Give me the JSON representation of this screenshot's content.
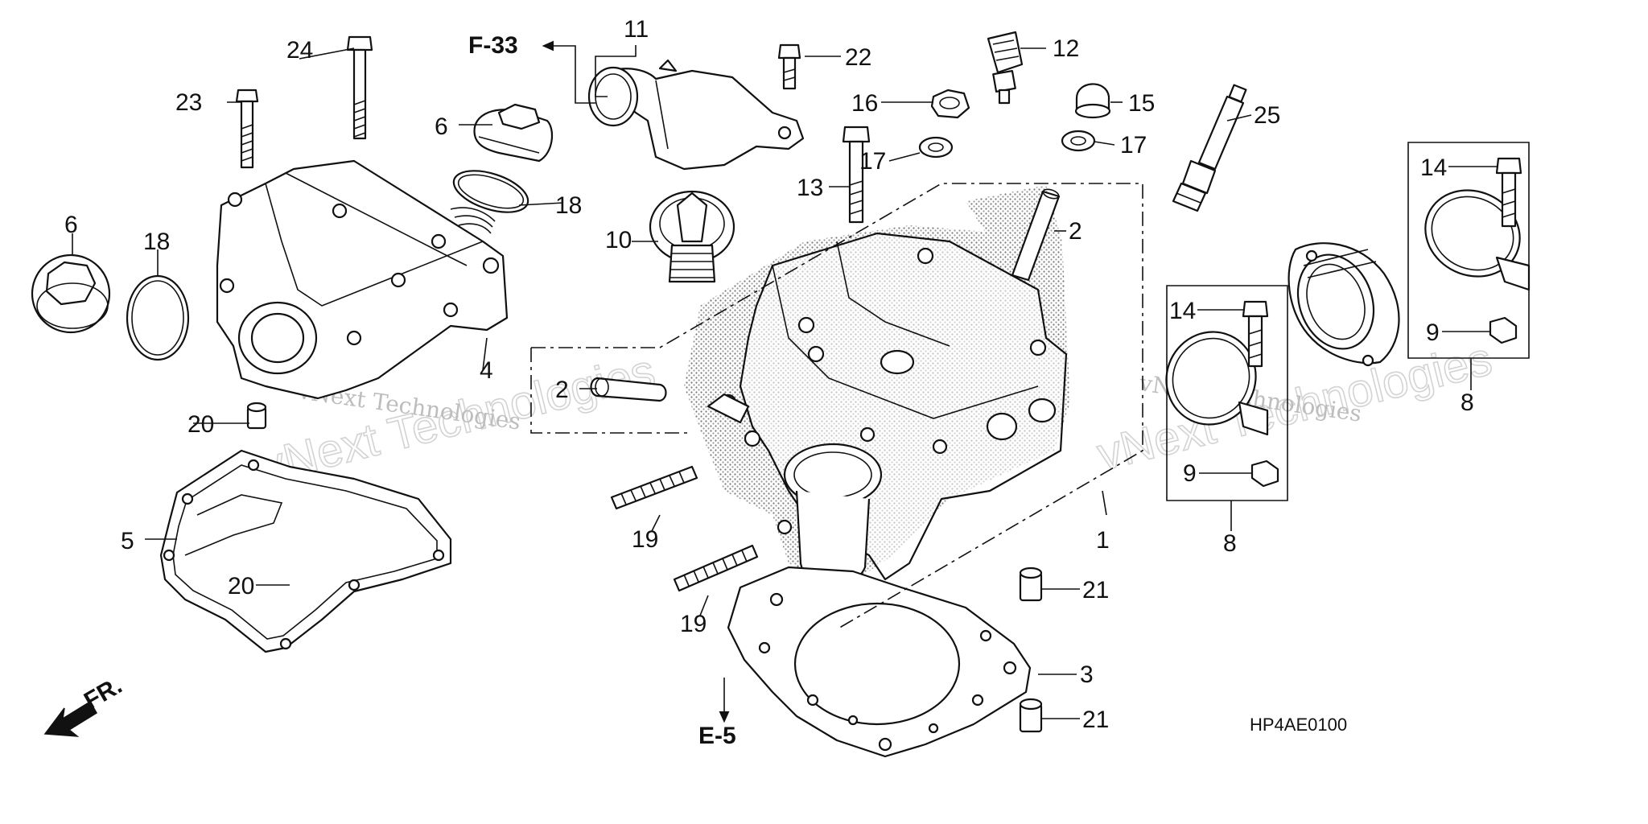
{
  "diagram_code": "HP4AE0100",
  "references": {
    "f33": "F-33",
    "e5": "E-5",
    "front": "FR."
  },
  "watermark": {
    "small": "vNext Technologies",
    "large": "vNext Technologies"
  },
  "callouts": [
    "1",
    "2",
    "2",
    "3",
    "4",
    "5",
    "6",
    "6",
    "8",
    "8",
    "9",
    "9",
    "10",
    "11",
    "12",
    "13",
    "14",
    "14",
    "15",
    "16",
    "17",
    "17",
    "18",
    "18",
    "19",
    "19",
    "20",
    "20",
    "21",
    "21",
    "22",
    "23",
    "24",
    "25"
  ]
}
